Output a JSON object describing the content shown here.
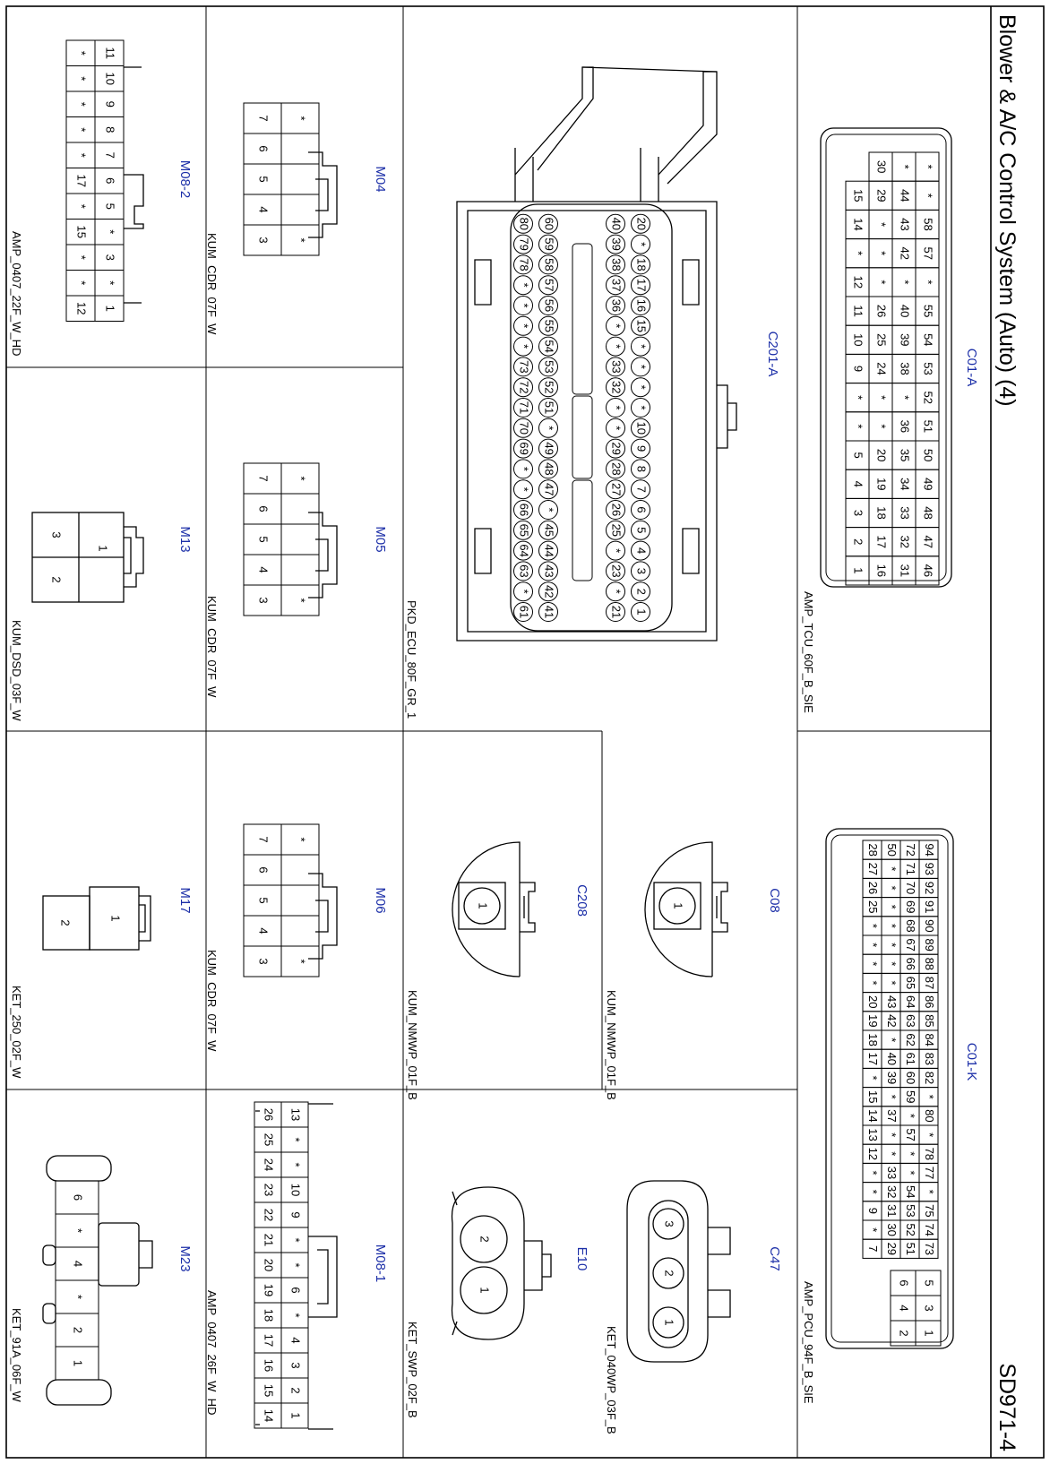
{
  "header": {
    "title": "Blower & A/C Control System (Auto) (4)",
    "sheet_code": "SD971-4"
  },
  "connectors": [
    {
      "key": "c01a",
      "id": "C01-A",
      "family": "AMP_TCU_60F_B_SIE",
      "rows": [
        [
          "46",
          "47",
          "48",
          "49",
          "50",
          "51",
          "52",
          "53",
          "54",
          "55",
          "*",
          "57",
          "58",
          "*",
          "*"
        ],
        [
          "31",
          "32",
          "33",
          "34",
          "35",
          "36",
          "*",
          "38",
          "39",
          "40",
          "*",
          "42",
          "43",
          "44",
          "*"
        ],
        [
          "16",
          "17",
          "18",
          "19",
          "20",
          "*",
          "*",
          "24",
          "25",
          "26",
          "*",
          "*",
          "*",
          "29",
          "30"
        ],
        [
          "1",
          "2",
          "3",
          "4",
          "5",
          "*",
          "*",
          "9",
          "10",
          "11",
          "12",
          "*",
          "14",
          "15"
        ]
      ]
    },
    {
      "key": "c01k",
      "id": "C01-K",
      "family": "AMP_PCU_94F_B_SIE",
      "side": [
        [
          "5",
          "6"
        ],
        [
          "3",
          "4"
        ],
        [
          "1",
          "2"
        ]
      ],
      "rows": [
        [
          "73",
          "74",
          "75",
          "*",
          "77",
          "78",
          "*",
          "80",
          "*",
          "82",
          "83",
          "84",
          "85",
          "86",
          "87",
          "88",
          "89",
          "90",
          "91",
          "92",
          "93",
          "94"
        ],
        [
          "51",
          "52",
          "53",
          "54",
          "*",
          "*",
          "57",
          "*",
          "59",
          "60",
          "61",
          "62",
          "63",
          "64",
          "65",
          "66",
          "67",
          "68",
          "69",
          "70",
          "71",
          "72"
        ],
        [
          "29",
          "30",
          "31",
          "32",
          "33",
          "*",
          "*",
          "37",
          "*",
          "39",
          "40",
          "*",
          "42",
          "43",
          "*",
          "*",
          "*",
          "*",
          "*",
          "*",
          "*",
          "50"
        ],
        [
          "7",
          "*",
          "9",
          "*",
          "*",
          "12",
          "13",
          "14",
          "15",
          "*",
          "17",
          "18",
          "19",
          "20",
          "*",
          "*",
          "*",
          "*",
          "25",
          "26",
          "27",
          "28"
        ]
      ]
    },
    {
      "key": "c201a",
      "id": "C201-A",
      "family": "PKD_ECU_80F_GR_1",
      "rows": [
        [
          "1",
          "2",
          "3",
          "4",
          "5",
          "6",
          "7",
          "8",
          "9",
          "10",
          "*",
          "*",
          "*",
          "*",
          "15",
          "16",
          "17",
          "18",
          "*",
          "20"
        ],
        [
          "21",
          "*",
          "23",
          "*",
          "25",
          "26",
          "27",
          "28",
          "29",
          "*",
          "*",
          "32",
          "33",
          "*",
          "*",
          "36",
          "37",
          "38",
          "39",
          "40"
        ],
        [
          "41",
          "42",
          "43",
          "44",
          "45",
          "*",
          "47",
          "48",
          "49",
          "*",
          "51",
          "52",
          "53",
          "54",
          "55",
          "56",
          "57",
          "58",
          "59",
          "60"
        ],
        [
          "61",
          "*",
          "63",
          "64",
          "65",
          "66",
          "*",
          "*",
          "69",
          "70",
          "71",
          "72",
          "73",
          "*",
          "*",
          "*",
          "*",
          "78",
          "79",
          "80"
        ]
      ]
    },
    {
      "key": "m082",
      "id": "M08-2",
      "family": "AMP_0407_22F_W_HD",
      "rows": [
        [
          "1",
          "*",
          "3",
          "*",
          "5",
          "6",
          "7",
          "8",
          "9",
          "10",
          "11"
        ],
        [
          "12",
          "*",
          "*",
          "15",
          "*",
          "17",
          "*",
          "*",
          "*",
          "*",
          "*"
        ]
      ]
    },
    {
      "key": "m04",
      "id": "M04",
      "family": "KUM_CDR_07F_W",
      "rows": [
        [
          "*",
          "",
          "",
          "",
          "*"
        ],
        [
          "3",
          "4",
          "5",
          "6",
          "7"
        ]
      ]
    },
    {
      "key": "m05",
      "id": "M05",
      "family": "KUM_CDR_07F_W",
      "rows": [
        [
          "*",
          "",
          "",
          "",
          "*"
        ],
        [
          "3",
          "4",
          "5",
          "6",
          "7"
        ]
      ]
    },
    {
      "key": "m06",
      "id": "M06",
      "family": "KUM_CDR_07F_W",
      "rows": [
        [
          "*",
          "",
          "",
          "",
          "*"
        ],
        [
          "3",
          "4",
          "5",
          "6",
          "7"
        ]
      ]
    },
    {
      "key": "m13",
      "id": "M13",
      "family": "KUM_DSD_03F_W",
      "rows": [
        [
          "1"
        ],
        [
          "2",
          "3"
        ]
      ]
    },
    {
      "key": "m17",
      "id": "M17",
      "family": "KET_250_02F_W",
      "rows": [
        [
          "1"
        ],
        [
          "2"
        ]
      ]
    },
    {
      "key": "c08",
      "id": "C08",
      "family": "KUM_NMWP_01F_B",
      "pins": [
        "1"
      ]
    },
    {
      "key": "c208",
      "id": "C208",
      "family": "KUM_NMWP_01F_B",
      "pins": [
        "1"
      ]
    },
    {
      "key": "c47",
      "id": "C47",
      "family": "KET_040WP_03F_B",
      "pins": [
        "1",
        "2",
        "3"
      ]
    },
    {
      "key": "e10",
      "id": "E10",
      "family": "KET_SWP_02F_B",
      "pins": [
        "1",
        "2"
      ]
    },
    {
      "key": "m081",
      "id": "M08-1",
      "family": "AMP_0407_26F_W_HD",
      "rows": [
        [
          "1",
          "2",
          "3",
          "4",
          "*",
          "6",
          "*",
          "*",
          "9",
          "10",
          "*",
          "*",
          "13"
        ],
        [
          "14",
          "15",
          "16",
          "17",
          "18",
          "19",
          "20",
          "21",
          "22",
          "23",
          "24",
          "25",
          "26"
        ]
      ]
    },
    {
      "key": "m23",
      "id": "M23",
      "family": "KET_91A_06F_W",
      "rows": [
        [
          "1",
          "2",
          "*",
          "4",
          "*",
          "6"
        ]
      ]
    }
  ]
}
